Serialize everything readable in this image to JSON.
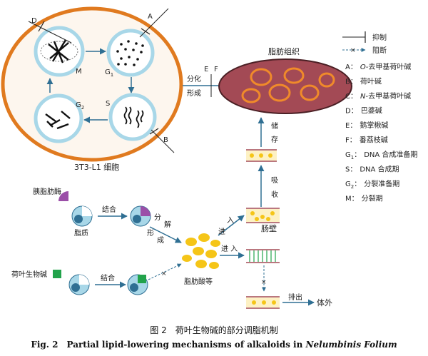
{
  "title": {
    "cn": "图 2　荷叶生物碱的部分调脂机制",
    "en_prefix": "Fig. 2　Partial lipid-lowering mechanisms of alkaloids in ",
    "en_italic": "Nelumbinis Folium"
  },
  "cell": {
    "label": "3T3-L1 细胞",
    "phases": {
      "m": "M",
      "g1": "G",
      "g1_sub": "1",
      "s": "S",
      "g2": "G",
      "g2_sub": "2"
    },
    "inhibitor_letters": {
      "d": "D",
      "a": "A",
      "b": "B"
    }
  },
  "adipose": {
    "label": "脂肪组织",
    "arrow_label_1": "分化",
    "arrow_label_2": "形成",
    "inhibitors": {
      "e": "E",
      "f": "F"
    }
  },
  "flow": {
    "lipase": "胰脂肪酶",
    "fat": "脂质",
    "bind": "结合",
    "decompose_chars": [
      "分",
      "解",
      "形",
      "成"
    ],
    "alkaloid": "荷叶生物碱",
    "bind2": "结合",
    "fatty_acid": "脂肪酸等",
    "enter_up": [
      "进",
      "入"
    ],
    "enter_mid": "进 入",
    "intestine": "肠壁",
    "absorb": [
      "吸",
      "收"
    ],
    "store": [
      "储",
      "存"
    ],
    "excrete": "排出",
    "outside": "体外"
  },
  "legend": {
    "inhibit": "抑制",
    "block": "阻断",
    "items": [
      {
        "key": "A",
        "text": "O-去甲基荷叶碱",
        "italic": "O"
      },
      {
        "key": "B",
        "text": "荷叶碱"
      },
      {
        "key": "C",
        "text": "N-去甲基荷叶碱",
        "italic": "N"
      },
      {
        "key": "D",
        "text": "巴婆碱"
      },
      {
        "key": "E",
        "text": "鹅掌楸碱"
      },
      {
        "key": "F",
        "text": "番荔枝碱"
      },
      {
        "key": "G1",
        "text": "DNA 合成准备期"
      },
      {
        "key": "S",
        "text": "DNA 合成期"
      },
      {
        "key": "G2",
        "text": "分裂准备期"
      },
      {
        "key": "M",
        "text": "分裂期"
      }
    ]
  },
  "colors": {
    "cell_border": "#e07a1f",
    "cell_fill": "#fdf6ee",
    "phase_ring": "#a8d7e8",
    "adipose_fill": "#a34a55",
    "adipose_border": "#4a1f24",
    "droplet": "#f08a2a",
    "fat_ball": "#f5c518",
    "enzyme_purple": "#9b4fa8",
    "alkaloid_green": "#22a34b",
    "arrow_blue": "#2f6f93"
  }
}
